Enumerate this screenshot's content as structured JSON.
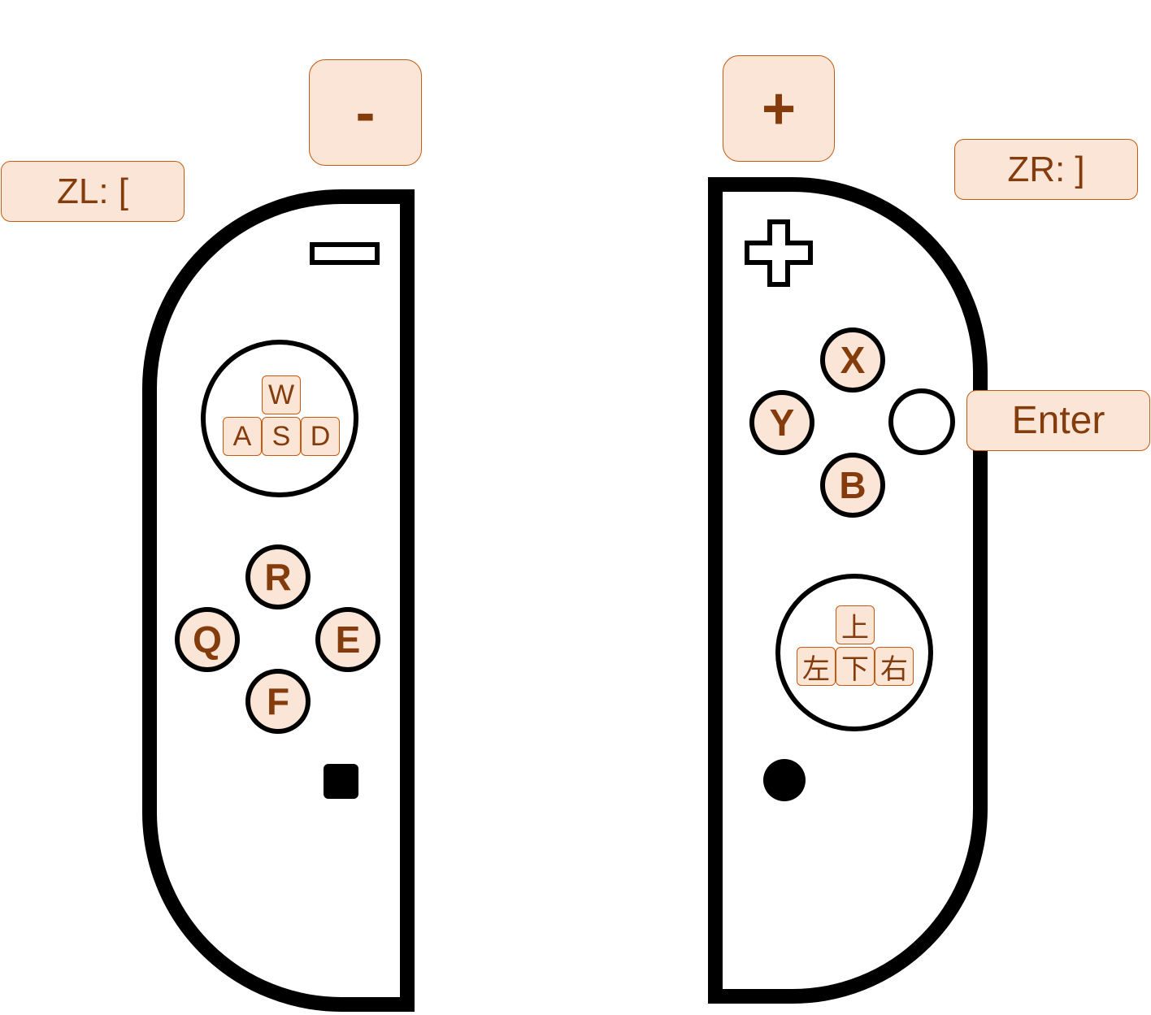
{
  "shoulder": {
    "minus_label": "-",
    "plus_label": "+",
    "zl_label": "ZL: [",
    "zr_label": "ZR: ]"
  },
  "left_stick_keys": {
    "up": "W",
    "left": "A",
    "down": "S",
    "right": "D"
  },
  "left_buttons": {
    "top": "R",
    "left": "Q",
    "right": "E",
    "bottom": "F"
  },
  "right_buttons": {
    "top": "X",
    "left": "Y",
    "bottom": "B",
    "right_label": "Enter"
  },
  "right_stick_keys": {
    "up": "上",
    "left": "左",
    "down": "下",
    "right": "右"
  },
  "colors": {
    "key_fill": "#fbe5d6",
    "key_border": "#c55a11",
    "key_text": "#843c0c",
    "outline": "#000000"
  }
}
